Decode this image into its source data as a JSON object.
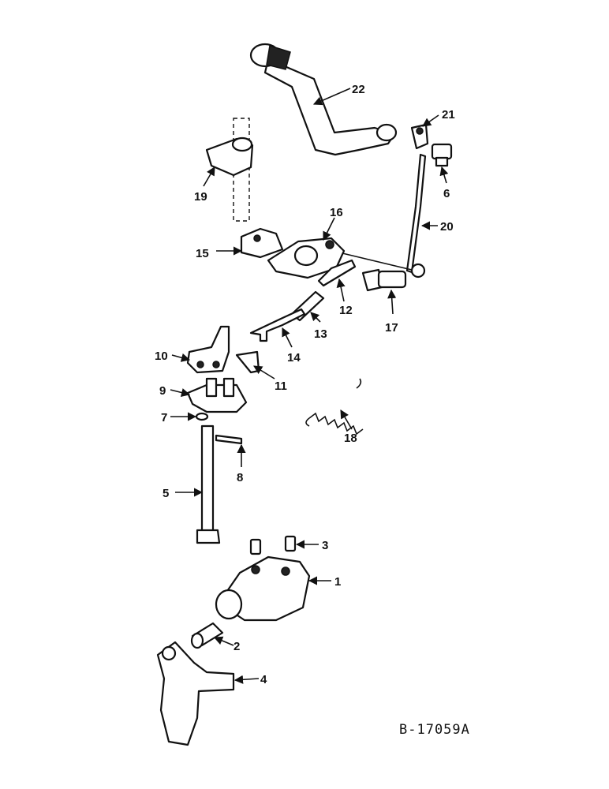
{
  "callouts": [
    "1",
    "2",
    "3",
    "4",
    "5",
    "6",
    "7",
    "8",
    "9",
    "10",
    "11",
    "12",
    "13",
    "14",
    "15",
    "16",
    "17",
    "18",
    "19",
    "20",
    "21",
    "22"
  ],
  "reference_code": "B-17059A",
  "colors": {
    "ink": "#111111",
    "background": "#ffffff"
  }
}
